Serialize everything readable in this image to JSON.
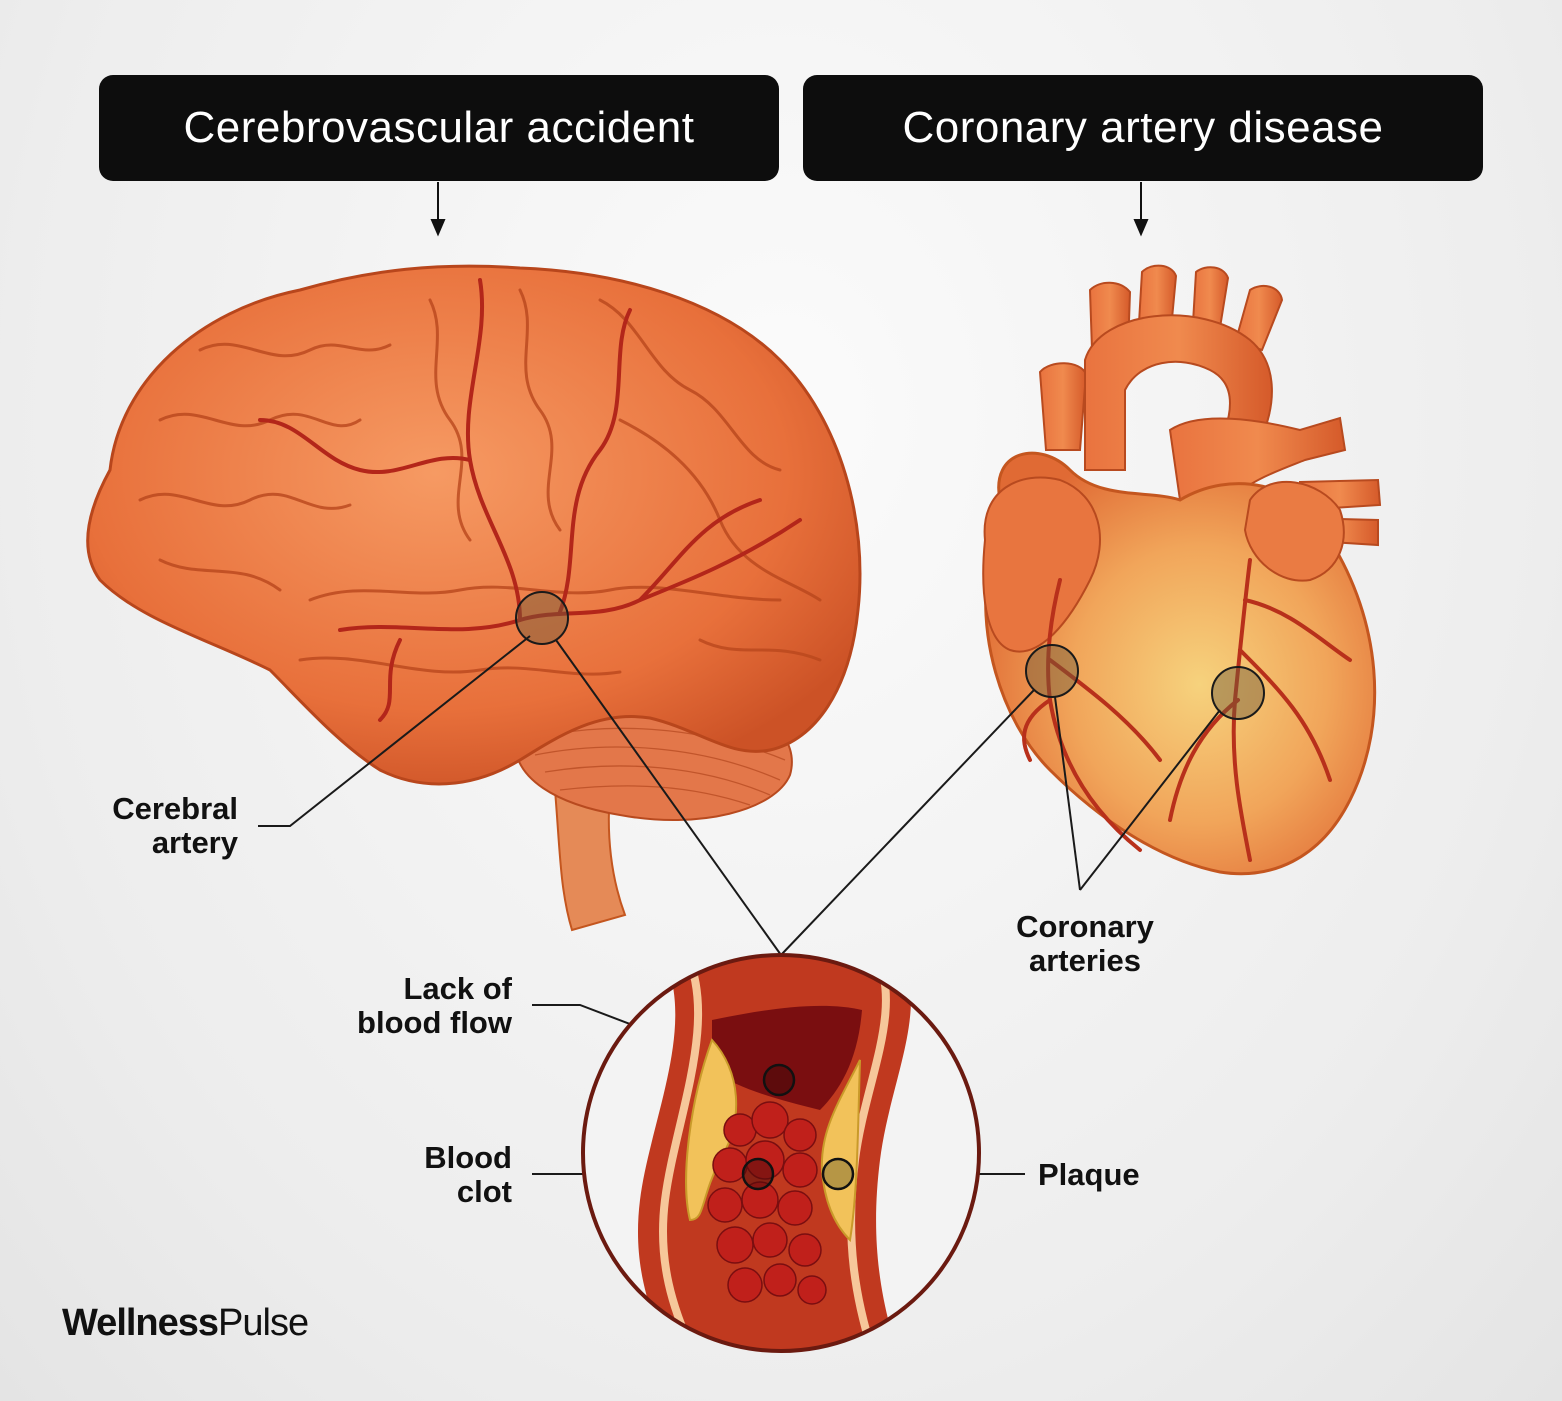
{
  "titles": {
    "left": "Cerebrovascular accident",
    "right": "Coronary artery disease"
  },
  "labels": {
    "cerebral_artery": "Cerebral\nartery",
    "coronary_arteries": "Coronary\narteries",
    "lack_of_blood_flow": "Lack of\nblood flow",
    "blood_clot": "Blood\nclot",
    "plaque": "Plaque"
  },
  "brand": {
    "part1": "Wellness",
    "part2": "Pulse"
  },
  "colors": {
    "title_bg": "#0d0d0d",
    "organ": "#e9733f",
    "organ_dark": "#c4481f",
    "vessel": "#b8321a",
    "plaque": "#f2c25a",
    "clot": "#c0201b"
  }
}
